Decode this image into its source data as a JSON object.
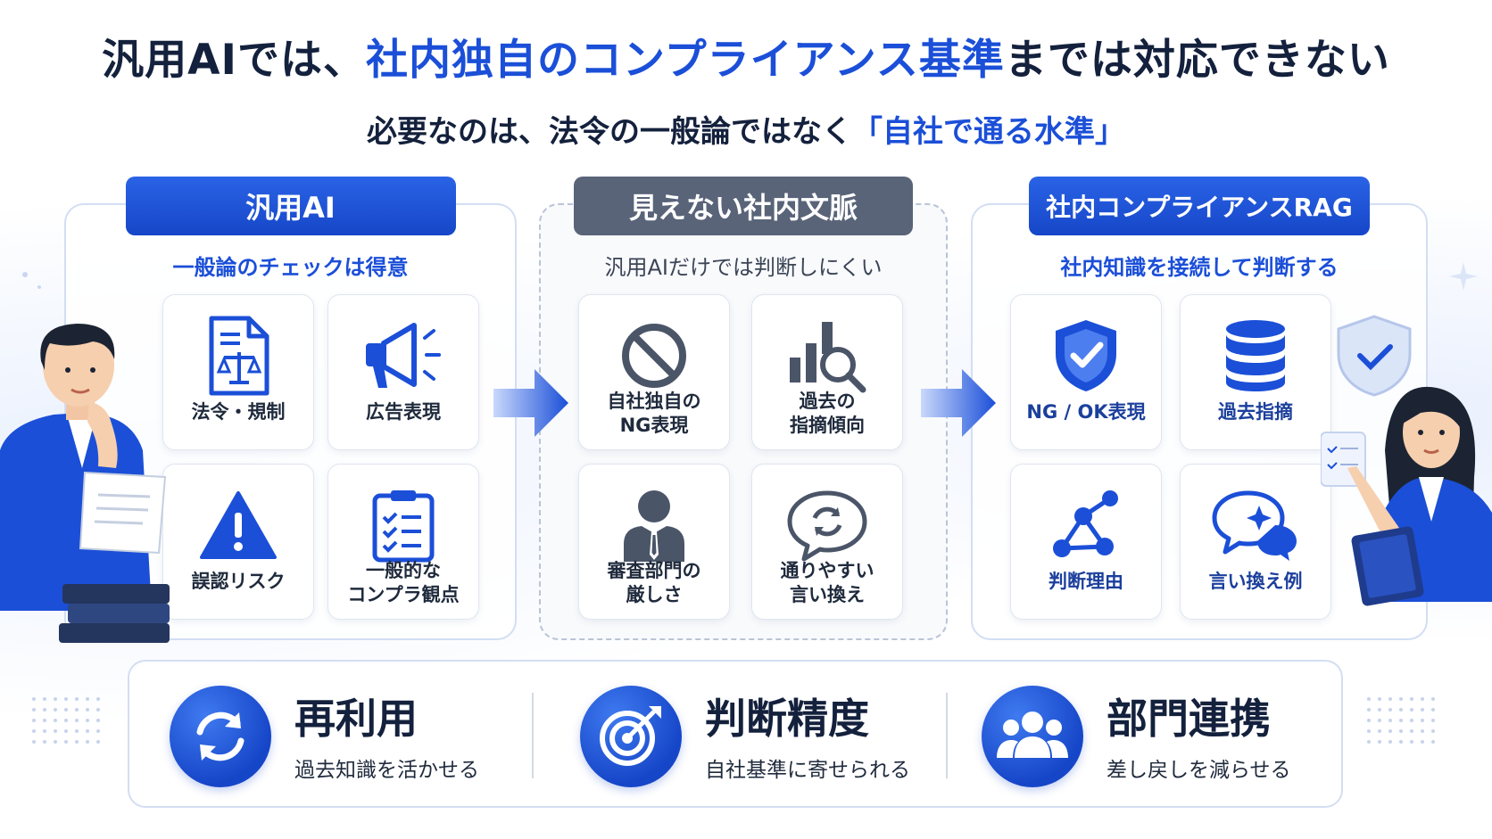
{
  "title": {
    "part1": "汎用AIでは、",
    "accent": "社内独自のコンプライアンス基準",
    "part2": "までは対応できない"
  },
  "subtitle": {
    "part1": "必要なのは、法令の一般論ではなく",
    "accent": "「自社で通る水準」"
  },
  "panels": [
    {
      "label": "汎用AI",
      "sub": "一般論のチェックは得意",
      "cards": [
        {
          "label": "法令・規制",
          "icon": "law-document-icon"
        },
        {
          "label": "広告表現",
          "icon": "megaphone-icon"
        },
        {
          "label": "誤認リスク",
          "icon": "warning-icon"
        },
        {
          "label": "一般的な\nコンプラ観点",
          "icon": "checklist-icon"
        }
      ]
    },
    {
      "label": "見えない社内文脈",
      "sub": "汎用AIだけでは判断しにくい",
      "cards": [
        {
          "label": "自社独自の\nNG表現",
          "icon": "prohibited-icon"
        },
        {
          "label": "過去の\n指摘傾向",
          "icon": "chart-search-icon"
        },
        {
          "label": "審査部門の\n厳しさ",
          "icon": "reviewer-person-icon"
        },
        {
          "label": "通りやすい\n言い換え",
          "icon": "rephrase-bubble-icon"
        }
      ]
    },
    {
      "label": "社内コンプライアンスRAG",
      "sub": "社内知識を接続して判断する",
      "cards": [
        {
          "label": "NG / OK表現",
          "icon": "shield-check-icon"
        },
        {
          "label": "過去指摘",
          "icon": "database-icon"
        },
        {
          "label": "判断理由",
          "icon": "network-icon"
        },
        {
          "label": "言い換え例",
          "icon": "chat-sparkle-icon"
        }
      ]
    }
  ],
  "features": [
    {
      "title": "再利用",
      "sub": "過去知識を活かせる",
      "icon": "refresh-icon"
    },
    {
      "title": "判断精度",
      "sub": "自社基準に寄せられる",
      "icon": "target-icon"
    },
    {
      "title": "部門連携",
      "sub": "差し戻しを減らせる",
      "icon": "team-icon"
    }
  ],
  "colors": {
    "accent": "#1b4fd8",
    "dark_text": "#14213d",
    "gray_label": "#596479"
  }
}
